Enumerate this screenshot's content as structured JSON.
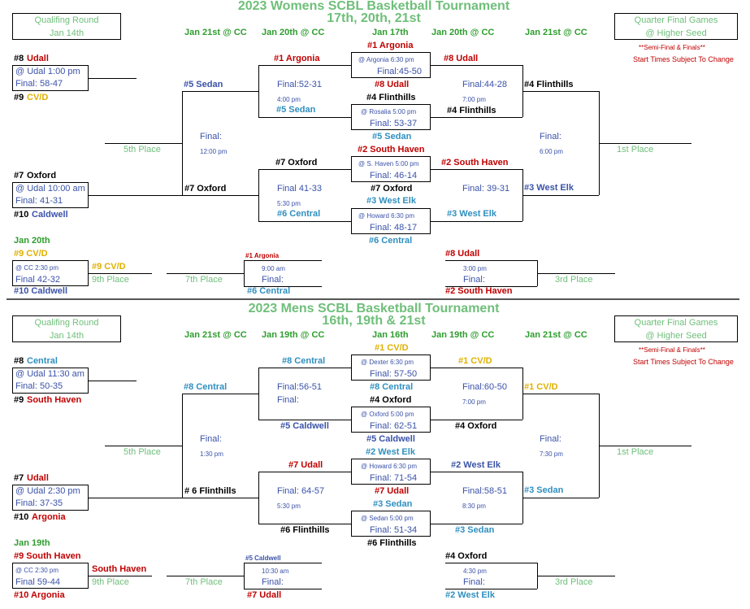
{
  "colors": {
    "seed_red": "#c00000",
    "seed_teal": "#2f8fbf",
    "seed_blue": "#3a52a8",
    "gold": "#e0b000",
    "green": "#6fbf7a",
    "date_green": "#2e9d2e"
  },
  "common": {
    "hq_title": "Qualifing Round",
    "hq_date": "Jan 14th",
    "hr_title": "Quarter Final Games",
    "hr_sub": "@ Higher Seed",
    "note1": "**Semi-Final & Finals**",
    "note2": "Start Times Subject To Change",
    "fifth": "5th Place",
    "first": "1st Place",
    "seventh": "7th Place",
    "ninth": "9th Place",
    "third": "3rd Place",
    "final": "Final:"
  },
  "women": {
    "title1": "2023 Womens SCBL Basketball Tournament",
    "title2": "17th, 20th, 21st",
    "d1": "Jan 21st @ CC",
    "d2": "Jan 20th @ CC",
    "d3": "Jan 17th",
    "d4": "Jan 20th @ CC",
    "d5": "Jan 21st @ CC",
    "q1": {
      "s1n": "#8",
      "s1": "Udall",
      "loc": "@ Udal  1:00 pm",
      "res": "Final:  58-47",
      "s2n": "#9",
      "s2": "CV/D"
    },
    "q2": {
      "s1n": "#7",
      "s1": "Oxford",
      "loc": "@ Udal  10:00 am",
      "res": "Final:  41-31",
      "s2n": "#10",
      "s2": "Caldwell"
    },
    "g1": {
      "top": "#1 Argonia",
      "loc": "@ Argonia 6:30 pm",
      "res": "Final:45-50",
      "bot": "#8 Udall"
    },
    "g2": {
      "top": "#4 Flinthills",
      "loc": "@ Rosalia 5:00 pm",
      "res": "Final: 53-37",
      "bot": "#5 Sedan"
    },
    "g3": {
      "top": "#2 South Haven",
      "loc": "@ S. Haven 5:00 pm",
      "res": "Final: 46-14",
      "bot": "#7 Oxford"
    },
    "g4": {
      "top": "#3 West Elk",
      "loc": "@ Howard 6:30 pm",
      "res": "Final: 48-17",
      "bot": "#6 Central"
    },
    "lq1": {
      "t": "#1 Argonia",
      "b": "#5 Sedan",
      "res": "Final:52-31",
      "time": "4:00 pm"
    },
    "lq2": {
      "t": "#7 Oxford",
      "b": "#6 Central",
      "res": "Final 41-33",
      "time": "5:30 pm"
    },
    "rq1": {
      "t": "#8 Udall",
      "b": "#4 Flinthills",
      "res": "Final:44-28",
      "time": "7:00 pm"
    },
    "rq2": {
      "t": "#2 South Haven",
      "b": "#3 West Elk",
      "res": "Final: 39-31",
      "time": ""
    },
    "ls": {
      "t": "#5 Sedan",
      "b": "#7 Oxford",
      "res": "Final:",
      "time": "12:00 pm"
    },
    "rs": {
      "t": "#4 Flinthills",
      "b": "#3 West Elk",
      "res": "Final:",
      "time": "6:00 pm"
    },
    "cdate": "Jan 20th",
    "c9": {
      "t": "#9 CV/D",
      "loc": "@ CC 2:30 pm",
      "res": "Final 42-32",
      "b": "#10 Caldwell",
      "w": "#9 CV/D"
    },
    "c7": {
      "t": "#1 Argonia",
      "time": "9:00 am",
      "res": "Final:",
      "b": "#6 Central"
    },
    "c3": {
      "t": "#8 Udall",
      "time": "3:00 pm",
      "res": "Final:",
      "b": "#2 South Haven"
    }
  },
  "men": {
    "title1": "2023 Mens SCBL Basketball Tournament",
    "title2": "16th, 19th & 21st",
    "d1": "Jan 21st @ CC",
    "d2": "Jan 19th @ CC",
    "d3": "Jan 16th",
    "d4": "Jan 19th @ CC",
    "d5": "Jan 21st @ CC",
    "q1": {
      "s1n": "#8",
      "s1": "Central",
      "loc": "@ Udal  11:30 am",
      "res": "Final:  50-35",
      "s2n": "#9",
      "s2": "South Haven"
    },
    "q2": {
      "s1n": "#7",
      "s1": "Udall",
      "loc": "@ Udal  2:30 pm",
      "res": "Final: 37-35",
      "s2n": "#10",
      "s2": "Argonia"
    },
    "g1": {
      "top": "#1 CV/D",
      "loc": "@ Dexter 6:30 pm",
      "res": "Final: 57-50",
      "bot": "#8 Central"
    },
    "g2": {
      "top": "#4 Oxford",
      "loc": "@ Oxford 5:00 pm",
      "res": "Final: 62-51",
      "bot": "#5 Caldwell"
    },
    "g3": {
      "top": "#2 West Elk",
      "loc": "@ Howard 6:30 pm",
      "res": "Final: 71-54",
      "bot": "#7 Udall"
    },
    "g4": {
      "top": "#3 Sedan",
      "loc": "@ Sedan 5:00 pm",
      "res": "Final: 51-34",
      "bot": "#6 Flinthills"
    },
    "lq1": {
      "t": "#8  Central",
      "b": "#5 Caldwell",
      "res": "Final:56-51",
      "time": "Final:"
    },
    "lq2": {
      "t": "#7 Udall",
      "b": "#6 Flinthills",
      "res": "Final: 64-57",
      "time": "5:30 pm"
    },
    "rq1": {
      "t": "#1 CV/D",
      "b": "#4 Oxford",
      "res": "Final:60-50",
      "time": "7:00 pm"
    },
    "rq2": {
      "t": "#2 West Elk",
      "b": "#3 Sedan",
      "res": "Final:58-51",
      "time": "8:30 pm"
    },
    "ls": {
      "t": "#8 Central",
      "b": "# 6 Flinthills",
      "res": "Final:",
      "time": "1:30 pm"
    },
    "rs": {
      "t": "#1 CV/D",
      "b": "#3 Sedan",
      "res": "Final:",
      "time": "7:30 pm"
    },
    "cdate": "Jan 19th",
    "c9": {
      "t": "#9 South Haven",
      "loc": "@ CC 2:30 pm",
      "res": "Final 59-44",
      "b": "#10 Argonia",
      "w": "South Haven"
    },
    "c7": {
      "t": "#5 Caldwell",
      "time": "10:30 am",
      "res": "Final:",
      "b": "#7 Udall"
    },
    "c3": {
      "t": "#4 Oxford",
      "time": "4:30 pm",
      "res": "Final:",
      "b": "#2 West Elk"
    }
  }
}
